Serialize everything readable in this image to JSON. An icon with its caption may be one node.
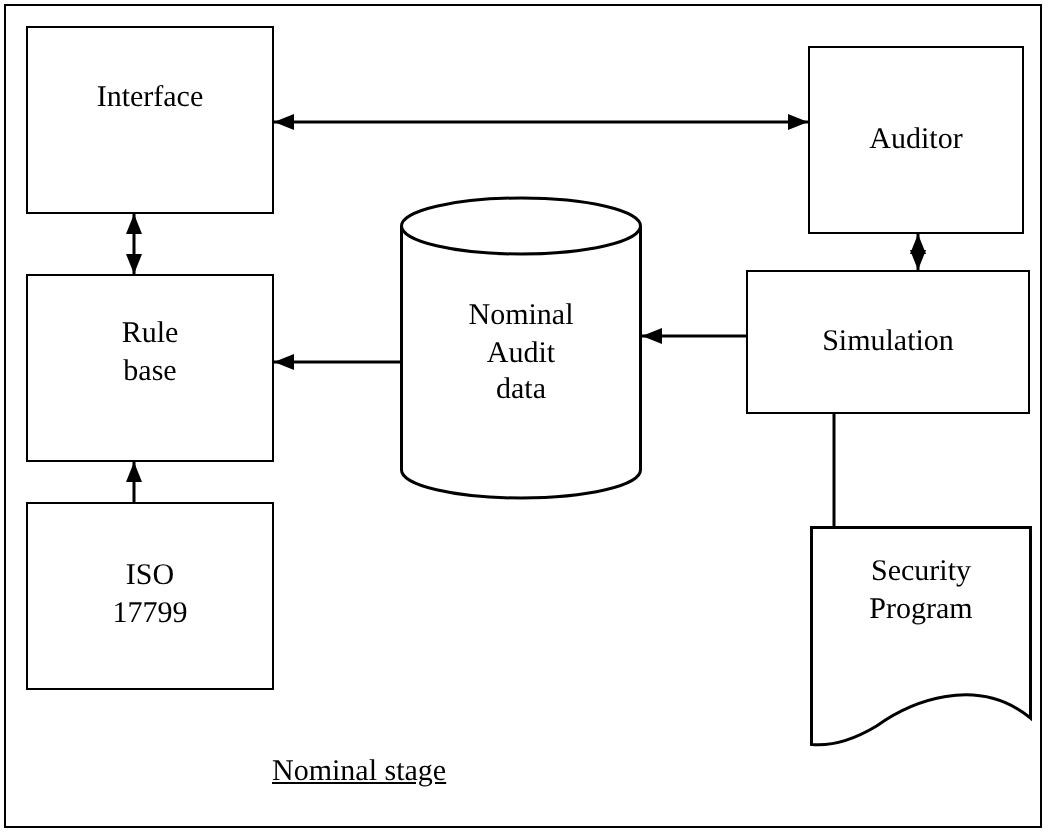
{
  "diagram": {
    "nodes": [
      {
        "text": [
          "Nominal stage"
        ]
      },
      {
        "text": [
          "Interface"
        ],
        "in": 0
      },
      {
        "text": [
          "Auditor"
        ],
        "in": 0
      },
      {
        "text": [
          "Rule base"
        ],
        "in": 0
      },
      {
        "text": [
          "Nominal Audit data"
        ],
        "in": 0
      },
      {
        "text": [
          "Simulation"
        ],
        "in": 0
      },
      {
        "text": [
          "ISO 17799"
        ],
        "in": 0
      },
      {
        "text": [
          "Security Program"
        ],
        "in": 0
      }
    ],
    "edges": [
      {
        "from": 1,
        "to": 2,
        "arrow": "both"
      },
      {
        "from": 1,
        "to": 3,
        "arrow": "both"
      },
      {
        "from": 2,
        "to": 5,
        "arrow": "both"
      },
      {
        "from": 5,
        "to": 4,
        "arrow": "to"
      },
      {
        "from": 4,
        "to": 3,
        "arrow": "to"
      },
      {
        "from": 6,
        "to": 3,
        "arrow": "to"
      },
      {
        "from": 5,
        "to": 7,
        "arrow": "none"
      }
    ]
  }
}
